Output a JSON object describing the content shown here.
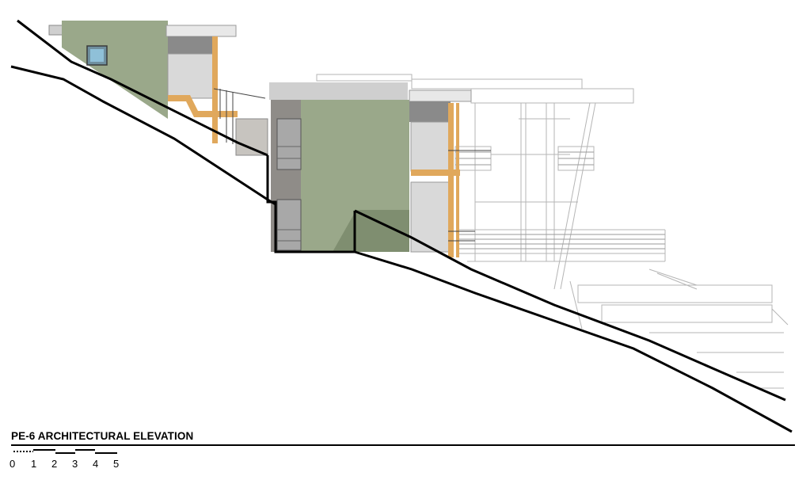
{
  "drawing": {
    "title": "PE-6 ARCHITECTURAL ELEVATION",
    "scale_bar": {
      "ticks": [
        "0",
        "1",
        "2",
        "3",
        "4",
        "5"
      ]
    }
  },
  "colors": {
    "wall_green": "#9aa88a",
    "wall_green_shadow": "#7f8e70",
    "wall_gray": "#8f8c88",
    "wood": "#e0a85c",
    "window_light": "#d8d8d8",
    "window_dark": "#8a8a8a",
    "glass": "#8fc0d8",
    "line": "#000000"
  }
}
